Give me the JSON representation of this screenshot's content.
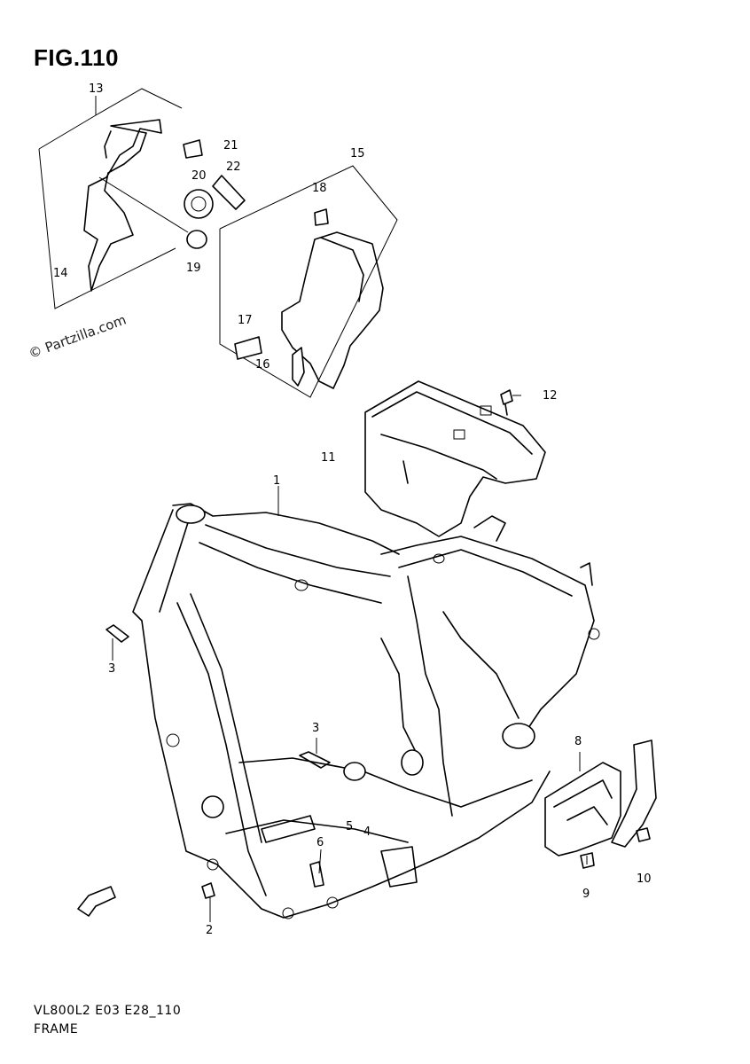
{
  "figure": {
    "title": "FIG.110",
    "watermark": "© Partzilla.com",
    "model_code": "VL800L2 E03 E28_110",
    "section_name": "FRAME"
  },
  "callouts": [
    {
      "id": "c1",
      "text": "1"
    },
    {
      "id": "c2",
      "text": "2"
    },
    {
      "id": "c3a",
      "text": "3"
    },
    {
      "id": "c3b",
      "text": "3"
    },
    {
      "id": "c4",
      "text": "4"
    },
    {
      "id": "c5",
      "text": "5"
    },
    {
      "id": "c6",
      "text": "6"
    },
    {
      "id": "c8",
      "text": "8"
    },
    {
      "id": "c9",
      "text": "9"
    },
    {
      "id": "c10",
      "text": "10"
    },
    {
      "id": "c11",
      "text": "11"
    },
    {
      "id": "c12",
      "text": "12"
    },
    {
      "id": "c13",
      "text": "13"
    },
    {
      "id": "c14",
      "text": "14"
    },
    {
      "id": "c15",
      "text": "15"
    },
    {
      "id": "c16",
      "text": "16"
    },
    {
      "id": "c17",
      "text": "17"
    },
    {
      "id": "c18",
      "text": "18"
    },
    {
      "id": "c19",
      "text": "19"
    },
    {
      "id": "c20",
      "text": "20"
    },
    {
      "id": "c21",
      "text": "21"
    },
    {
      "id": "c22",
      "text": "22"
    }
  ],
  "colors": {
    "line": "#000000",
    "background": "#ffffff"
  }
}
